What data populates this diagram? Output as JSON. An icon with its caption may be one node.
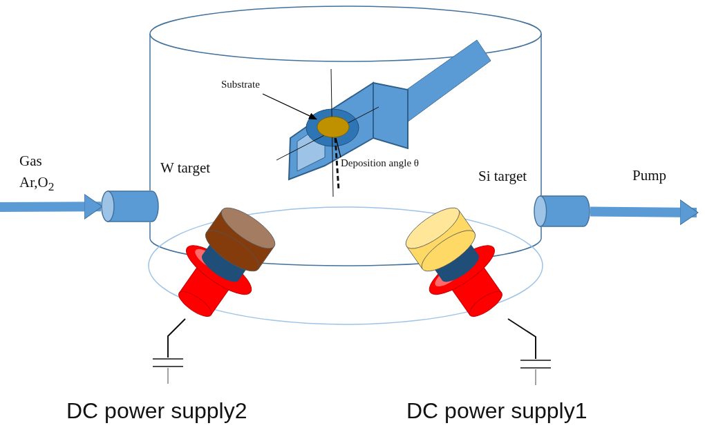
{
  "diagram": {
    "nodes": [
      {
        "text": [],
        "shape": "cylinder"
      },
      {
        "text": [],
        "shape": "cylinder"
      },
      {
        "text": [
          "Substrate"
        ]
      },
      {
        "text": [],
        "shape": "circle"
      },
      {
        "text": [
          "Deposition angle θ"
        ]
      }
    ],
    "edges": [
      {
        "from": null,
        "to": 0,
        "arrow": "to",
        "style": "thick",
        "color": "#5b9bd5"
      },
      {
        "from": 1,
        "to": null,
        "arrow": "to",
        "style": "thick",
        "color": "#5b9bd5"
      },
      {
        "from": 2,
        "to": 3,
        "arrow": "to",
        "color": "#000000"
      },
      {
        "from": 4,
        "to": 3,
        "arrow": "none",
        "color": "#000000"
      }
    ],
    "labels": [
      "Gas",
      "Ar,O$_{2}$",
      "W target",
      "Si target",
      "Pump",
      "DC power supply2",
      "DC power supply1"
    ]
  }
}
